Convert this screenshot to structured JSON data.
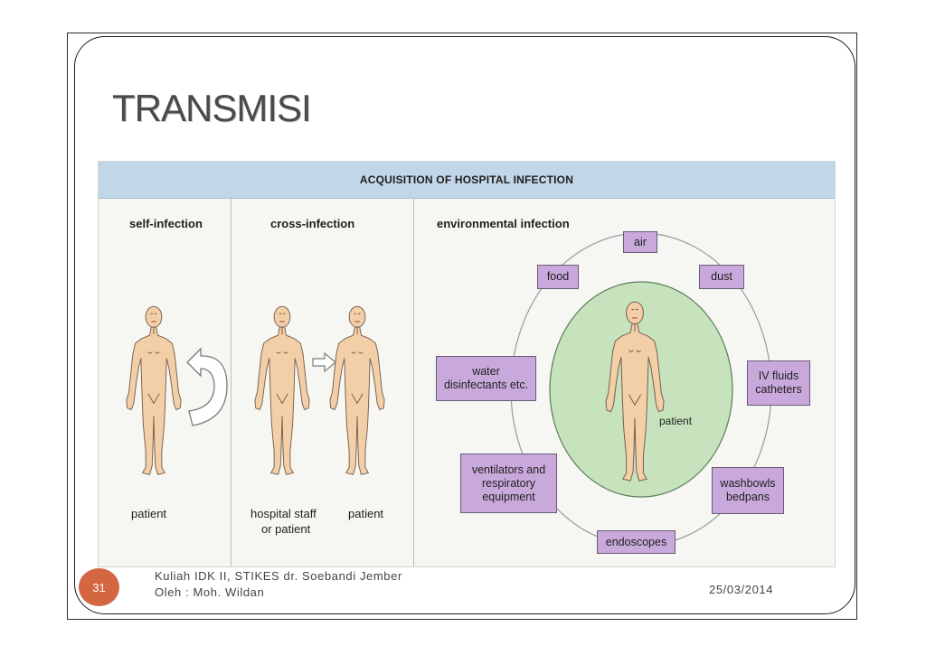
{
  "slide": {
    "title": "TRANSMISI",
    "page_number": "31",
    "footer_line1": "Kuliah IDK II, STIKES dr. Soebandi Jember",
    "footer_line2": "Oleh : Moh. Wildan",
    "date": "25/03/2014"
  },
  "figure": {
    "banner": "ACQUISITION OF HOSPITAL INFECTION",
    "columns": {
      "self": "self-infection",
      "cross": "cross-infection",
      "environmental": "environmental infection"
    },
    "labels": {
      "self_patient": "patient",
      "cross_staff_line1": "hospital staff",
      "cross_staff_line2": "or patient",
      "cross_patient": "patient",
      "env_patient": "patient"
    },
    "sources": {
      "air": "air",
      "food": "food",
      "dust": "dust",
      "water_line1": "water",
      "water_line2": "disinfectants etc.",
      "iv_line1": "IV fluids",
      "iv_line2": "catheters",
      "vent_line1": "ventilators and",
      "vent_line2": "respiratory",
      "vent_line3": "equipment",
      "wash_line1": "washbowls",
      "wash_line2": "bedpans",
      "endoscopes": "endoscopes"
    }
  },
  "colors": {
    "figure_banner": "#c1d6e7",
    "source_box": "#c9a9dc",
    "environment_circle": "#c6e3bd",
    "skin": "#f3cfa8",
    "page_badge": "#d46642"
  }
}
